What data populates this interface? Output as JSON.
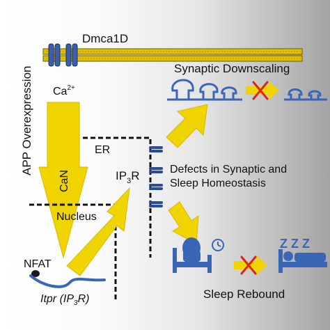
{
  "labels": {
    "side_label": "APP Overexpression",
    "channel": "Dmca1D",
    "calcium": "Ca",
    "calcium_sup": "2+",
    "calcineurin": "CaN",
    "er": "ER",
    "ip3r_base": "IP",
    "ip3r_sub": "3",
    "ip3r_tail": "R",
    "nucleus": "Nucleus",
    "nfat": "NFAT",
    "gene_name": "Itpr",
    "gene_paren_open": "(IP",
    "gene_sub": "3",
    "gene_paren_close": "R)",
    "synaptic_downscaling": "Synaptic Downscaling",
    "defects_line1": "Defects in Synaptic and",
    "defects_line2": "Sleep  Homeostasis",
    "sleep_rebound": "Sleep Rebound",
    "zzz": "Z Z Z"
  },
  "colors": {
    "arrow_yellow": "#f0d400",
    "icon_blue": "#3a66b8",
    "cross_red": "#d9261c",
    "membrane_gold": "#c9a400"
  }
}
